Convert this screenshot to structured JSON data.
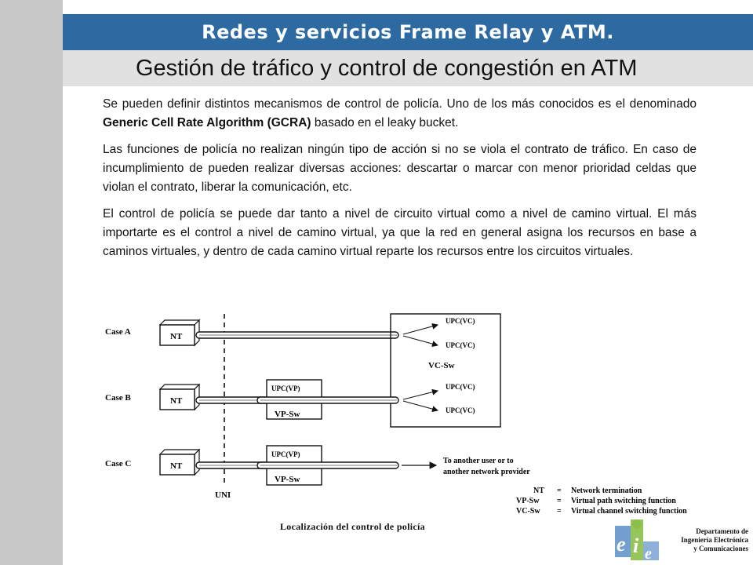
{
  "header": {
    "title": "Redes y servicios Frame Relay y ATM."
  },
  "subheader": {
    "title": "Gestión de tráfico y control de congestión en ATM"
  },
  "paragraphs": {
    "p1_a": "Se pueden definir distintos mecanismos de control de policía. Uno de los más conocidos es el denominado ",
    "p1_bold": "Generic Cell Rate Algorithm (GCRA)",
    "p1_b": " basado en el leaky bucket.",
    "p2": "Las funciones de policía no realizan ningún tipo de acción si no se viola el contrato de tráfico. En caso de incumplimiento de pueden realizar diversas acciones: descartar o marcar con menor prioridad celdas que violan el contrato, liberar la comunicación, etc.",
    "p3": "El control de policía se puede dar tanto a nivel de circuito virtual como a nivel de camino virtual. El más importarte es el control a nivel de camino virtual, ya que la red en general asigna los recursos en base a caminos virtuales, y dentro de cada camino virtual reparte los recursos entre los circuitos virtuales."
  },
  "diagram": {
    "cases": [
      "Case A",
      "Case B",
      "Case C"
    ],
    "nt_label": "NT",
    "upc_vc": "UPC(VC)",
    "upc_vp": "UPC(VP)",
    "vc_sw": "VC-Sw",
    "vp_sw": "VP-Sw",
    "uni": "UNI",
    "to_another_1": "To another user or to",
    "to_another_2": "another network provider",
    "legend": [
      {
        "abbr": "NT",
        "eq": "=",
        "desc": "Network termination"
      },
      {
        "abbr": "VP-Sw",
        "eq": "=",
        "desc": "Virtual path switching function"
      },
      {
        "abbr": "VC-Sw",
        "eq": "=",
        "desc": "Virtual channel switching function"
      }
    ],
    "caption": "Localización del control de policía"
  },
  "footer": {
    "dept_line1": "Departamento de",
    "dept_line2": "Ingeniería Electrónica",
    "dept_line3": "y Comunicaciones",
    "logo_letters": [
      "e",
      "i",
      "e"
    ]
  },
  "colors": {
    "header_bg": "#2e6aa2",
    "subheader_bg": "#e1e1e1",
    "left_strip": "#c8c8c8"
  }
}
